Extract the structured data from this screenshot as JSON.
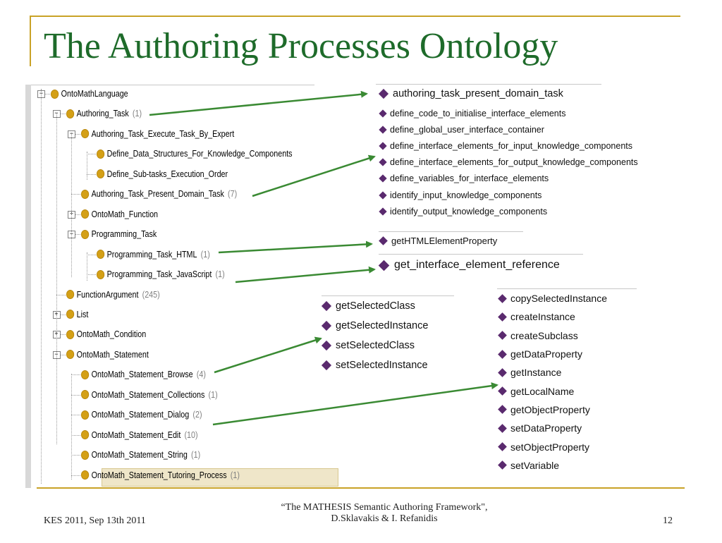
{
  "slide": {
    "title": "The Authoring Processes Ontology",
    "colors": {
      "title": "#1e6b2a",
      "rule": "#c9a227",
      "arrow": "#3a8a33",
      "node": "#d4a017",
      "diamond": "#5a2a6e"
    }
  },
  "tree": [
    {
      "label": "OntoMathLanguage",
      "count": ""
    },
    {
      "label": "Authoring_Task",
      "count": "(1)"
    },
    {
      "label": "Authoring_Task_Execute_Task_By_Expert",
      "count": ""
    },
    {
      "label": "Define_Data_Structures_For_Knowledge_Components",
      "count": ""
    },
    {
      "label": "Define_Sub-tasks_Execution_Order",
      "count": ""
    },
    {
      "label": "Authoring_Task_Present_Domain_Task",
      "count": "(7)"
    },
    {
      "label": "OntoMath_Function",
      "count": ""
    },
    {
      "label": "Programming_Task",
      "count": ""
    },
    {
      "label": "Programming_Task_HTML",
      "count": "(1)"
    },
    {
      "label": "Programming_Task_JavaScript",
      "count": "(1)"
    },
    {
      "label": "FunctionArgument",
      "count": "(245)"
    },
    {
      "label": "List",
      "count": ""
    },
    {
      "label": "OntoMath_Condition",
      "count": ""
    },
    {
      "label": "OntoMath_Statement",
      "count": ""
    },
    {
      "label": "OntoMath_Statement_Browse",
      "count": "(4)"
    },
    {
      "label": "OntoMath_Statement_Collections",
      "count": "(1)"
    },
    {
      "label": "OntoMath_Statement_Dialog",
      "count": "(2)"
    },
    {
      "label": "OntoMath_Statement_Edit",
      "count": "(10)"
    },
    {
      "label": "OntoMath_Statement_String",
      "count": "(1)"
    },
    {
      "label": "OntoMath_Statement_Tutoring_Process",
      "count": "(1)"
    }
  ],
  "instances": {
    "authoring": [
      "authoring_task_present_domain_task"
    ],
    "present": [
      "define_code_to_initialise_interface_elements",
      "define_global_user_interface_container",
      "define_interface_elements_for_input_knowledge_components",
      "define_interface_elements_for_output_knowledge_components",
      "define_variables_for_interface_elements",
      "identify_input_knowledge_components",
      "identify_output_knowledge_components"
    ],
    "html": [
      "getHTMLElementProperty"
    ],
    "javascript": [
      "get_interface_element_reference"
    ],
    "browse": [
      "getSelectedClass",
      "getSelectedInstance",
      "setSelectedClass",
      "setSelectedInstance"
    ],
    "edit": [
      "copySelectedInstance",
      "createInstance",
      "createSubclass",
      "getDataProperty",
      "getInstance",
      "getLocalName",
      "getObjectProperty",
      "setDataProperty",
      "setObjectProperty",
      "setVariable"
    ]
  },
  "footer": {
    "left": "KES 2011, Sep 13th 2011",
    "center_line1": "“The MATHESIS Semantic Authoring Framework\",",
    "center_line2": "D.Sklavakis & I. Refanidis",
    "page": "12"
  }
}
